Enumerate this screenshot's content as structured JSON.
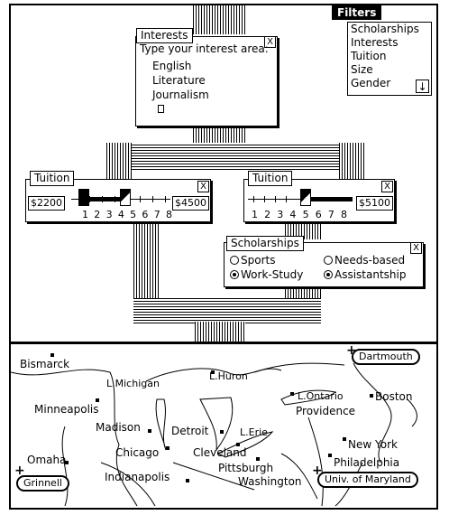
{
  "interests": {
    "title": "Interests",
    "prompt": "Type your interest area:",
    "items": [
      "English",
      "Literature",
      "Journalism"
    ],
    "close": "X"
  },
  "filters": {
    "title": "Filters",
    "items": [
      "Scholarships",
      "Interests",
      "Tuition",
      "Size",
      "Gender"
    ],
    "scroll": "↓"
  },
  "tuition_left": {
    "title": "Tuition",
    "min_value": "$2200",
    "max_value": "$4500",
    "ticks": [
      "1",
      "2",
      "3",
      "4",
      "5",
      "6",
      "7",
      "8"
    ],
    "close": "X"
  },
  "tuition_right": {
    "title": "Tuition",
    "max_value": "$5100",
    "ticks": [
      "1",
      "2",
      "3",
      "4",
      "5",
      "6",
      "7",
      "8"
    ],
    "close": "X"
  },
  "scholarships": {
    "title": "Scholarships",
    "options": [
      {
        "label": "Sports",
        "selected": false
      },
      {
        "label": "Needs-based",
        "selected": false
      },
      {
        "label": "Work-Study",
        "selected": true
      },
      {
        "label": "Assistantship",
        "selected": true
      }
    ],
    "close": "X"
  },
  "map": {
    "cities": {
      "bismarck": "Bismarck",
      "minneapolis": "Minneapolis",
      "madison": "Madison",
      "chicago": "Chicago",
      "omaha": "Omaha",
      "indianapolis": "Indianapolis",
      "detroit": "Detroit",
      "cleveland": "Cleveland",
      "pittsburgh": "Pittsburgh",
      "washington": "Washington",
      "providence": "Providence",
      "boston": "Boston",
      "new_york": "New York",
      "philadelphia": "Philadelphia"
    },
    "lakes": {
      "michigan": "L.Michigan",
      "huron": "L.Huron",
      "erie": "L.Erie",
      "ontario": "L.Ontario"
    },
    "schools": {
      "dartmouth": "Dartmouth",
      "grinnell": "Grinnell",
      "maryland": "Univ. of Maryland"
    }
  }
}
